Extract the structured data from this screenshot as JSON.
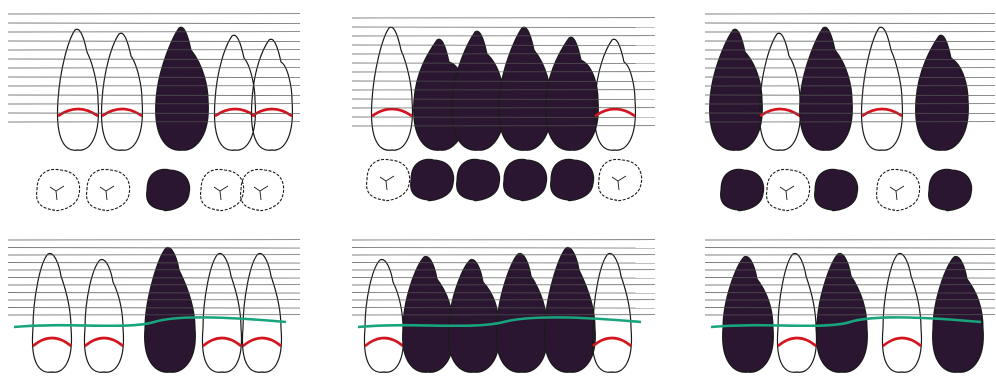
{
  "colors": {
    "paper": "#ffffff",
    "ink": "#1a1a1a",
    "rule": "#555555",
    "extracted": "#2a1630",
    "gingival_margin": "#d4141e",
    "bone_level": "#18a57d"
  },
  "panels": [
    {
      "group": "left",
      "upper": [
        {
          "tooth": "upper-1",
          "status": "present"
        },
        {
          "tooth": "upper-2",
          "status": "present"
        },
        {
          "tooth": "upper-3",
          "status": "extracted"
        },
        {
          "tooth": "upper-4",
          "status": "present"
        },
        {
          "tooth": "upper-5",
          "status": "present"
        }
      ],
      "occlusal": [
        {
          "tooth": "occ-1",
          "status": "present"
        },
        {
          "tooth": "occ-2",
          "status": "present"
        },
        {
          "tooth": "occ-3",
          "status": "extracted"
        },
        {
          "tooth": "occ-4",
          "status": "present"
        },
        {
          "tooth": "occ-5",
          "status": "present"
        }
      ],
      "lower": [
        {
          "tooth": "lower-1",
          "status": "present"
        },
        {
          "tooth": "lower-2",
          "status": "present"
        },
        {
          "tooth": "lower-3",
          "status": "extracted"
        },
        {
          "tooth": "lower-4",
          "status": "present"
        },
        {
          "tooth": "lower-5",
          "status": "present"
        }
      ]
    },
    {
      "group": "center",
      "upper": [
        {
          "tooth": "upper-1",
          "status": "present"
        },
        {
          "tooth": "upper-2",
          "status": "extracted"
        },
        {
          "tooth": "upper-3",
          "status": "extracted"
        },
        {
          "tooth": "upper-4",
          "status": "extracted"
        },
        {
          "tooth": "upper-5",
          "status": "extracted"
        },
        {
          "tooth": "upper-6",
          "status": "present"
        }
      ],
      "occlusal": [
        {
          "tooth": "occ-1",
          "status": "present"
        },
        {
          "tooth": "occ-2",
          "status": "extracted"
        },
        {
          "tooth": "occ-3",
          "status": "extracted"
        },
        {
          "tooth": "occ-4",
          "status": "extracted"
        },
        {
          "tooth": "occ-5",
          "status": "extracted"
        },
        {
          "tooth": "occ-6",
          "status": "present"
        }
      ],
      "lower": [
        {
          "tooth": "lower-1",
          "status": "present"
        },
        {
          "tooth": "lower-2",
          "status": "extracted"
        },
        {
          "tooth": "lower-3",
          "status": "extracted"
        },
        {
          "tooth": "lower-4",
          "status": "extracted"
        },
        {
          "tooth": "lower-5",
          "status": "extracted"
        },
        {
          "tooth": "lower-6",
          "status": "present"
        }
      ]
    },
    {
      "group": "right",
      "upper": [
        {
          "tooth": "upper-1",
          "status": "extracted"
        },
        {
          "tooth": "upper-2",
          "status": "present"
        },
        {
          "tooth": "upper-3",
          "status": "extracted"
        },
        {
          "tooth": "upper-4",
          "status": "present"
        },
        {
          "tooth": "upper-5",
          "status": "extracted"
        }
      ],
      "occlusal": [
        {
          "tooth": "occ-1",
          "status": "extracted"
        },
        {
          "tooth": "occ-2",
          "status": "present"
        },
        {
          "tooth": "occ-3",
          "status": "extracted"
        },
        {
          "tooth": "occ-4",
          "status": "present"
        },
        {
          "tooth": "occ-5",
          "status": "extracted"
        }
      ],
      "lower": [
        {
          "tooth": "lower-1",
          "status": "extracted"
        },
        {
          "tooth": "lower-2",
          "status": "present"
        },
        {
          "tooth": "lower-3",
          "status": "extracted"
        },
        {
          "tooth": "lower-4",
          "status": "present"
        },
        {
          "tooth": "lower-5",
          "status": "extracted"
        }
      ]
    }
  ]
}
